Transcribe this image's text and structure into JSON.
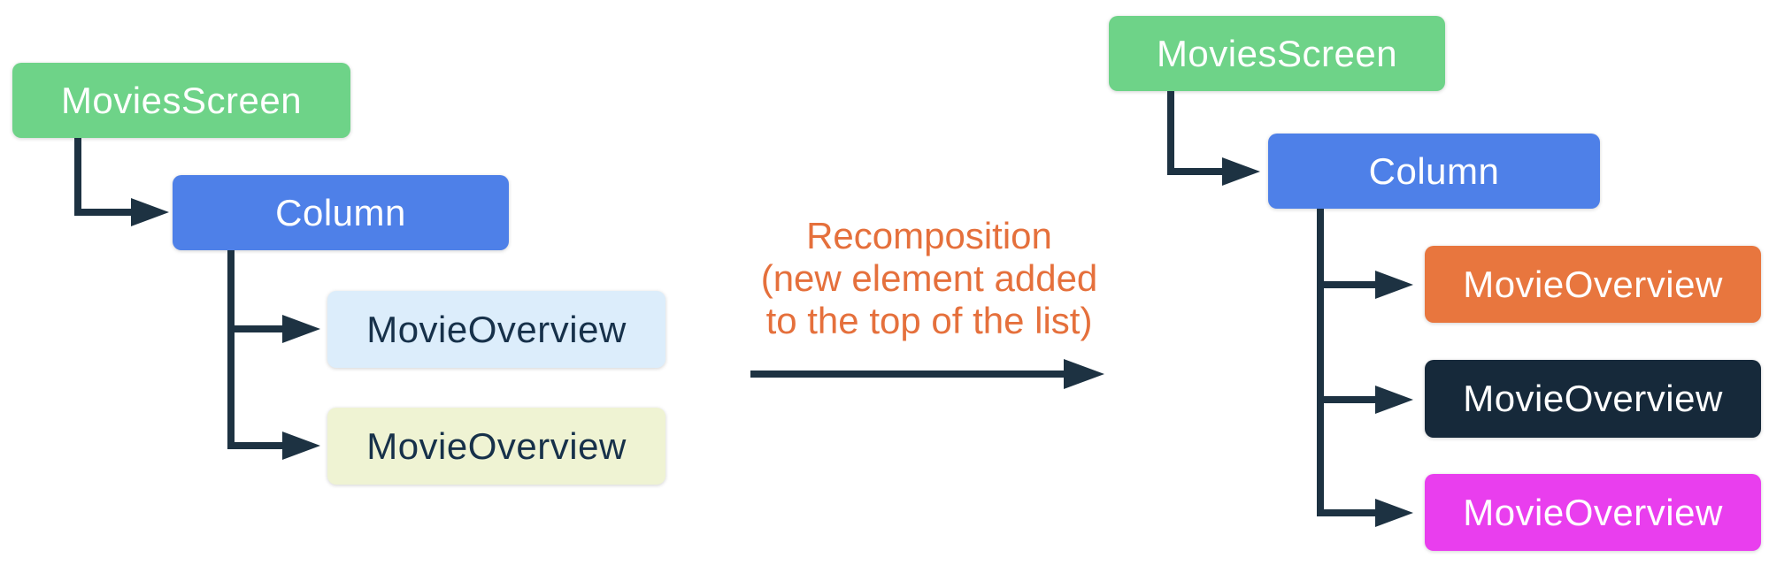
{
  "connector_color": "#1D3242",
  "left_tree": {
    "root": {
      "label": "MoviesScreen",
      "bg": "#6ED388",
      "fg": "#FFFFFF"
    },
    "column": {
      "label": "Column",
      "bg": "#4E80E8",
      "fg": "#FFFFFF"
    },
    "children": [
      {
        "label": "MovieOverview",
        "bg": "#DCEDFB",
        "fg": "#17314A"
      },
      {
        "label": "MovieOverview",
        "bg": "#EFF3D3",
        "fg": "#17314A"
      }
    ]
  },
  "caption": {
    "lines": [
      "Recomposition",
      "(new element added",
      "to the top of the list)"
    ],
    "color": "#E5703C"
  },
  "right_tree": {
    "root": {
      "label": "MoviesScreen",
      "bg": "#6ED388",
      "fg": "#FFFFFF"
    },
    "column": {
      "label": "Column",
      "bg": "#4E80E8",
      "fg": "#FFFFFF"
    },
    "children": [
      {
        "label": "MovieOverview",
        "bg": "#E8763E",
        "fg": "#FFFFFF"
      },
      {
        "label": "MovieOverview",
        "bg": "#16293A",
        "fg": "#FFFFFF"
      },
      {
        "label": "MovieOverview",
        "bg": "#E93EEE",
        "fg": "#FFFFFF"
      }
    ]
  }
}
